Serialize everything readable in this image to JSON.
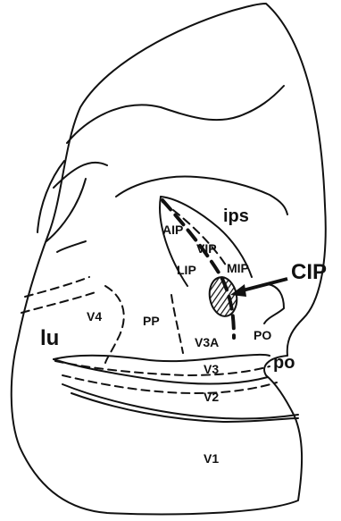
{
  "labels": {
    "ips": "ips",
    "aip": "AIP",
    "vip": "VIP",
    "lip": "LIP",
    "mip": "MIP",
    "cip": "CIP",
    "v4": "V4",
    "pp": "PP",
    "lu": "lu",
    "v3a": "V3A",
    "po_area": "PO",
    "po_sulcus": "po",
    "v3": "V3",
    "v2": "V2",
    "v1": "V1"
  }
}
